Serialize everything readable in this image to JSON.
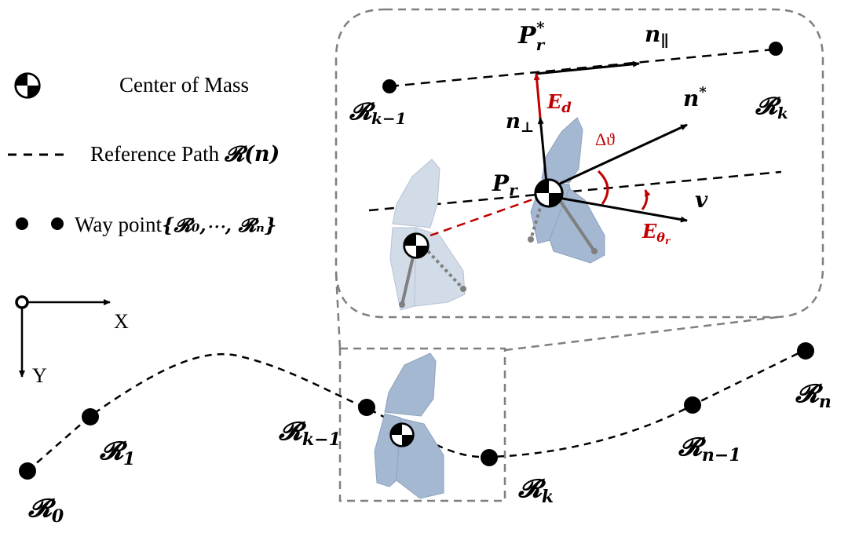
{
  "legend": {
    "center_of_mass": "Center of Mass",
    "reference_path": "Reference Path ",
    "reference_path_symbol": "𝓡(n)",
    "waypoint": "Way point",
    "waypoint_set": "{𝓡₀,⋯, 𝓡ₙ}"
  },
  "axes": {
    "x_label": "X",
    "y_label": "Y"
  },
  "waypoints": {
    "r0": "𝓡",
    "r0_sub": "0",
    "r1": "𝓡",
    "r1_sub": "1",
    "rk1": "𝓡",
    "rk1_sub": "k−1",
    "rk": "𝓡",
    "rk_sub": "k",
    "rn1": "𝓡",
    "rn1_sub": "n−1",
    "rn": "𝓡",
    "rn_sub": "n"
  },
  "inset": {
    "rk1": "𝓡",
    "rk1_sub": "k−1",
    "rk": "𝓡",
    "rk_sub": "k",
    "p_star": "P",
    "p_star_sub": "r",
    "p_star_sup": "*",
    "n_par": "n",
    "n_par_sub": "∥",
    "n_perp": "n",
    "n_perp_sub": "⊥",
    "n_star": "n",
    "n_star_sup": "*",
    "pr": "P",
    "pr_sub": "r",
    "ed": "E",
    "ed_sub": "d",
    "dtheta": "Δϑ",
    "v": "v",
    "etheta": "E",
    "etheta_sub": "θ",
    "etheta_subsub": "r"
  },
  "colors": {
    "error": "#c00000",
    "robot_fill": "#a5b8d2",
    "robot_ghost": "#d2dbe8",
    "callout": "#7f7f7f"
  }
}
